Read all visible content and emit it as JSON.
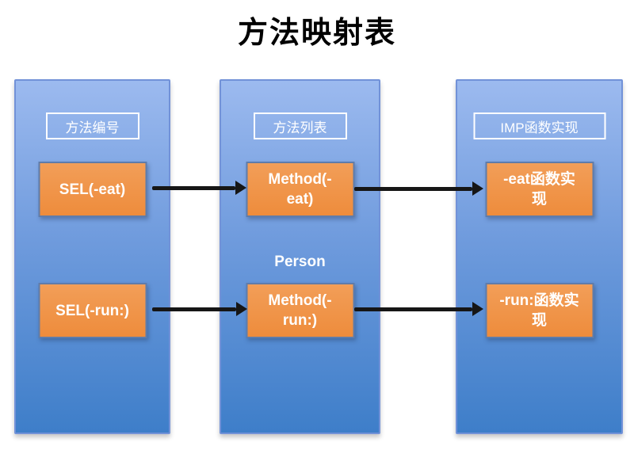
{
  "title": "方法映射表",
  "columns": [
    {
      "name": "method-ids",
      "header": "方法编号",
      "boxes": [
        "SEL(-eat)",
        "SEL(-run:)"
      ]
    },
    {
      "name": "method-list",
      "header": "方法列表",
      "class_label": "Person",
      "boxes": [
        "Method(-\neat)",
        "Method(-\nrun:)"
      ]
    },
    {
      "name": "imp-implementations",
      "header": "IMP函数实现",
      "boxes": [
        "-eat函数实\n现",
        "-run:函数实\n现"
      ]
    }
  ],
  "colors": {
    "column_gradient_top": "#9cbaef",
    "column_gradient_bottom": "#3e7ec9",
    "column_border": "#7292d8",
    "node_fill": "#F0954B",
    "node_border": "#5f7caa",
    "header_border": "#ffffff",
    "text_on_blue": "#ffffff",
    "arrow": "#161616",
    "title_text": "#000000"
  }
}
